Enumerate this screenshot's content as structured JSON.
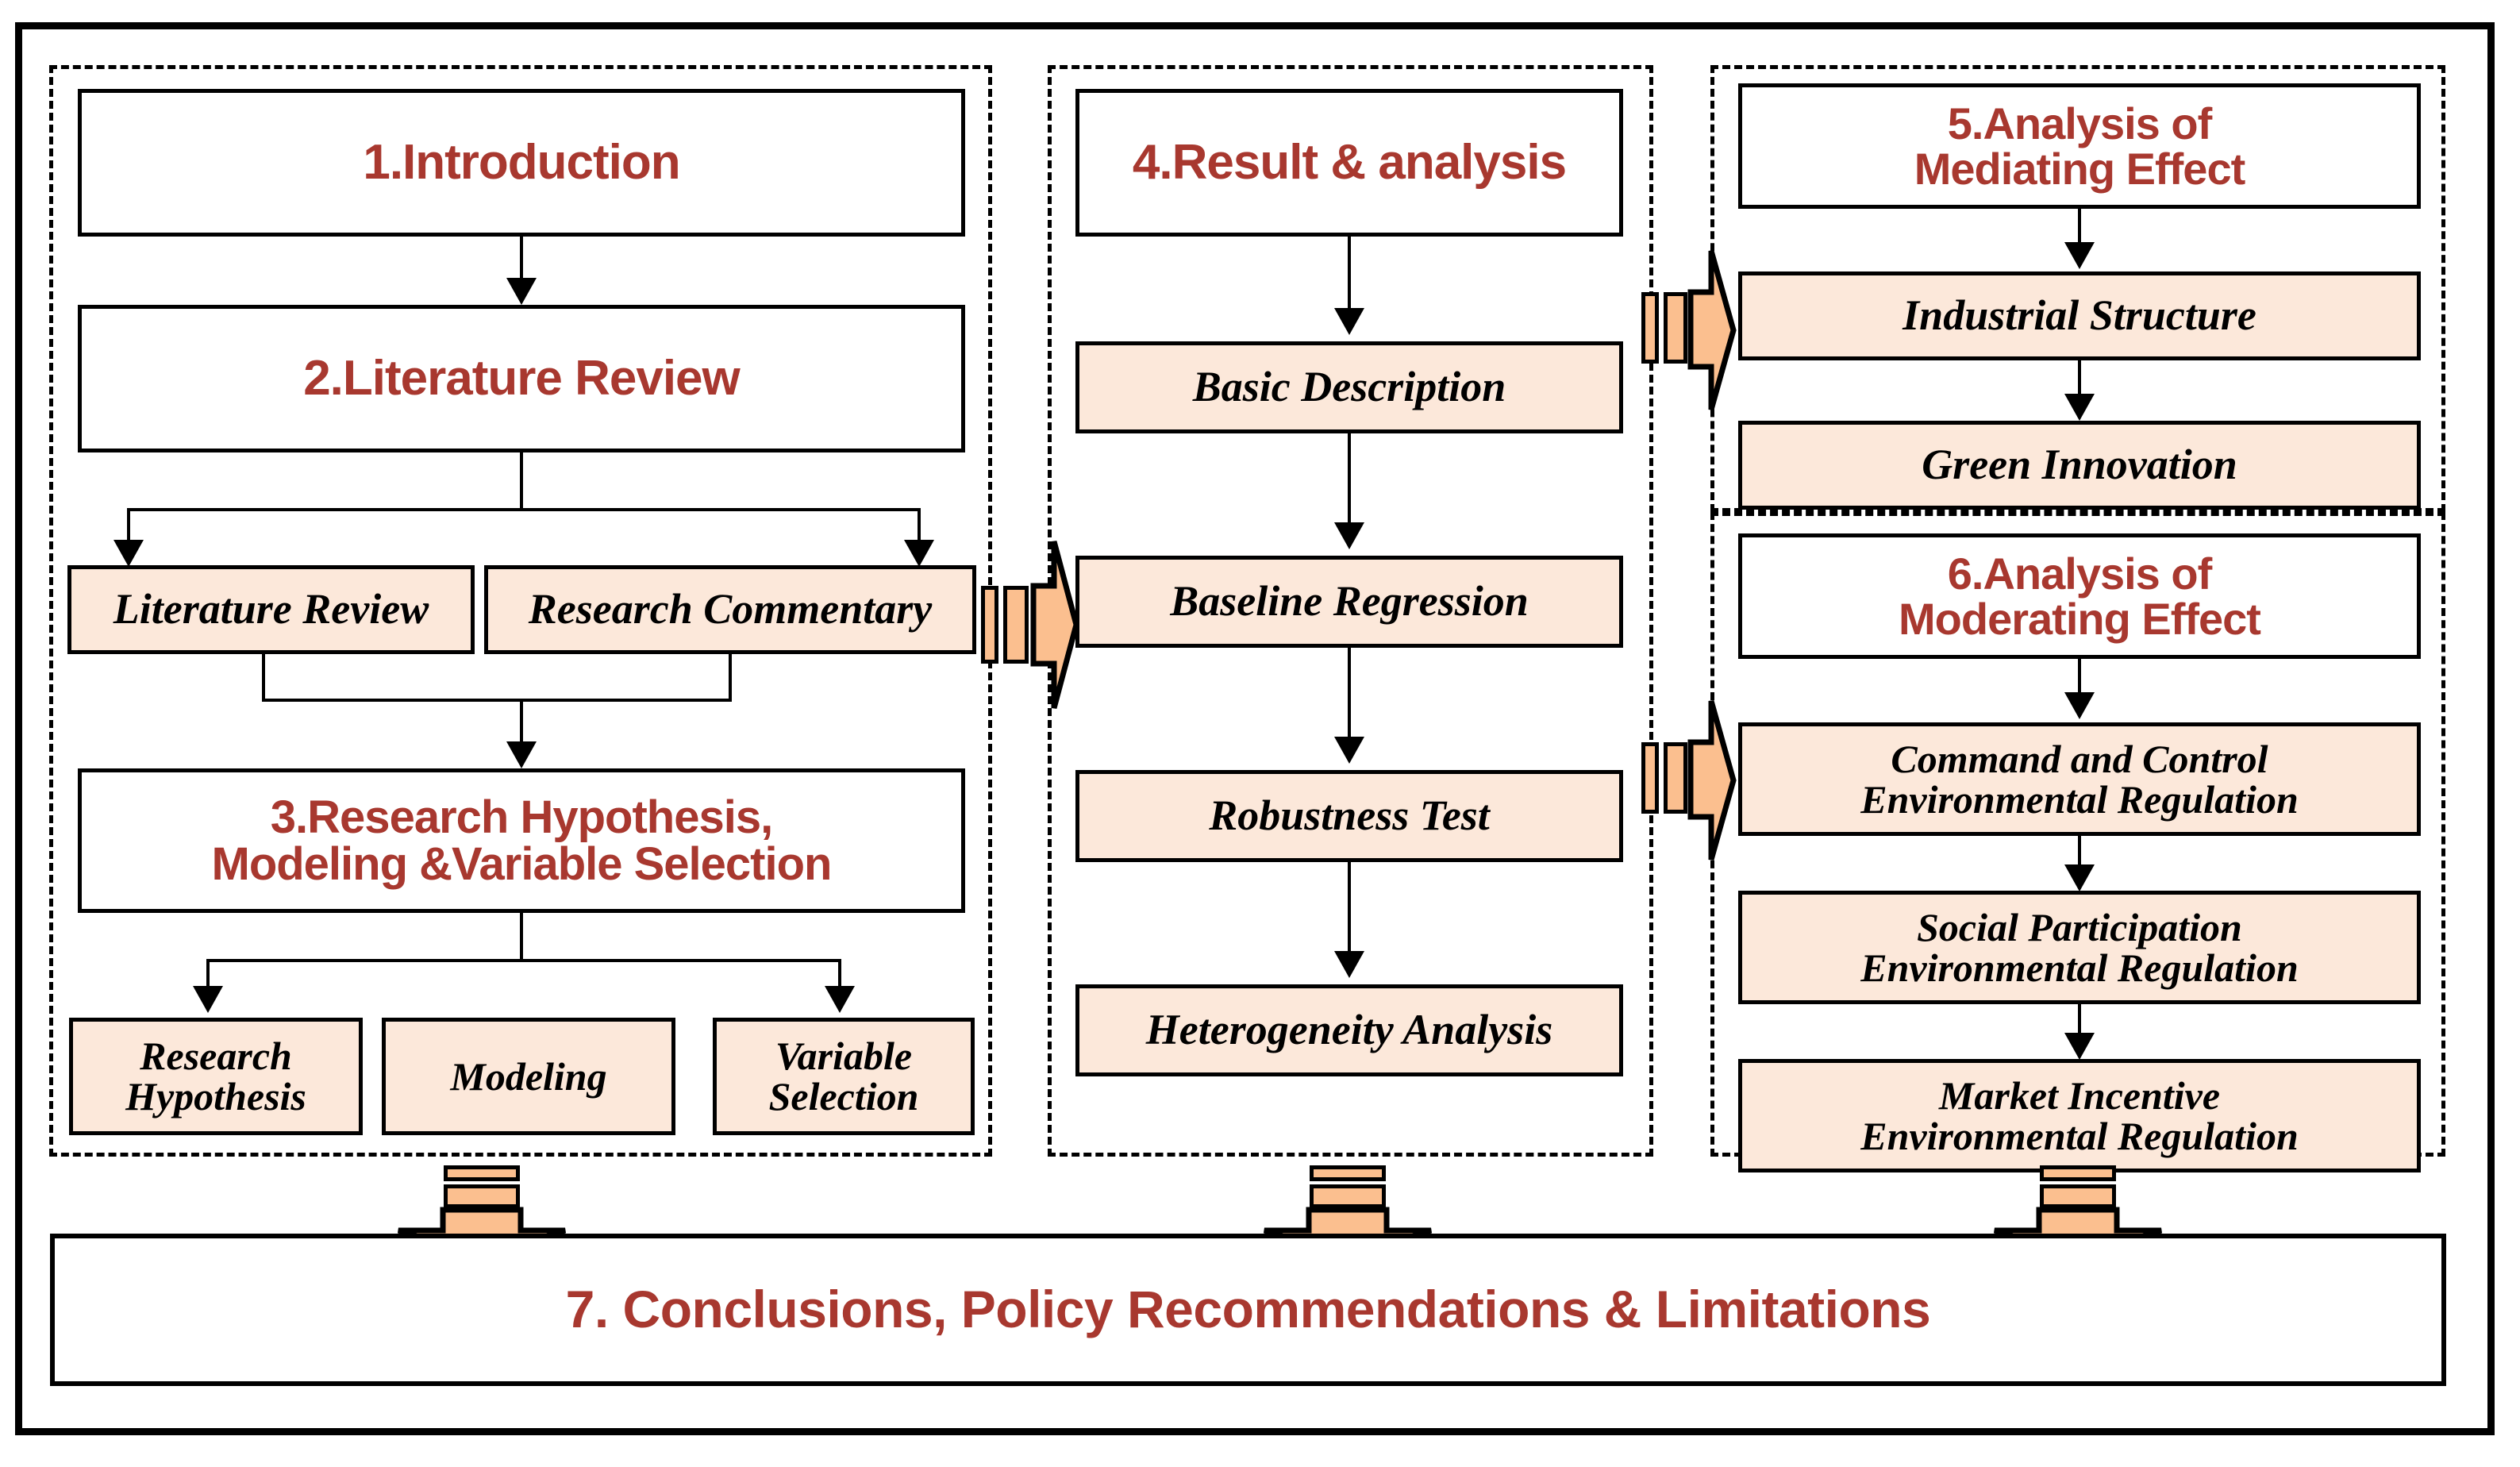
{
  "diagram": {
    "title": "Research Framework Flowchart",
    "colors": {
      "accent_red": "#a8382f",
      "box_fill": "#fce8da",
      "arrow_fill": "#fbbf8f",
      "line": "#000000",
      "background": "#ffffff"
    },
    "columns": [
      {
        "id": "column-left",
        "nodes": [
          {
            "id": "n1",
            "label": "1.Introduction",
            "kind": "section-head"
          },
          {
            "id": "n2",
            "label": "2.Literature Review",
            "kind": "section-head"
          },
          {
            "id": "n2a",
            "label": "Literature Review",
            "kind": "leaf"
          },
          {
            "id": "n2b",
            "label": "Research Commentary",
            "kind": "leaf"
          },
          {
            "id": "n3",
            "label": "3.Research Hypothesis,",
            "label2": "Modeling &Variable Selection",
            "kind": "section-head"
          },
          {
            "id": "n3a",
            "label": "Research",
            "label2": "Hypothesis",
            "kind": "leaf"
          },
          {
            "id": "n3b",
            "label": "Modeling",
            "kind": "leaf"
          },
          {
            "id": "n3c",
            "label": "Variable",
            "label2": "Selection",
            "kind": "leaf"
          }
        ]
      },
      {
        "id": "column-middle",
        "nodes": [
          {
            "id": "n4",
            "label": "4.Result & analysis",
            "kind": "section-head"
          },
          {
            "id": "n4a",
            "label": "Basic Description",
            "kind": "leaf"
          },
          {
            "id": "n4b",
            "label": "Baseline Regression",
            "kind": "leaf"
          },
          {
            "id": "n4c",
            "label": "Robustness Test",
            "kind": "leaf"
          },
          {
            "id": "n4d",
            "label": "Heterogeneity Analysis",
            "kind": "leaf"
          }
        ]
      },
      {
        "id": "column-right-top",
        "nodes": [
          {
            "id": "n5",
            "label": "5.Analysis of",
            "label2": "Mediating Effect",
            "kind": "section-head"
          },
          {
            "id": "n5a",
            "label": "Industrial Structure",
            "kind": "leaf"
          },
          {
            "id": "n5b",
            "label": "Green Innovation",
            "kind": "leaf"
          }
        ]
      },
      {
        "id": "column-right-bottom",
        "nodes": [
          {
            "id": "n6",
            "label": "6.Analysis of",
            "label2": "Moderating Effect",
            "kind": "section-head"
          },
          {
            "id": "n6a",
            "label": "Command and Control",
            "label2": "Environmental Regulation",
            "kind": "leaf"
          },
          {
            "id": "n6b",
            "label": "Social Participation",
            "label2": "Environmental Regulation",
            "kind": "leaf"
          },
          {
            "id": "n6c",
            "label": "Market Incentive",
            "label2": "Environmental Regulation",
            "kind": "leaf"
          }
        ]
      }
    ],
    "conclusion": {
      "id": "n7",
      "label": "7. Conclusions, Policy Recommendations  & Limitations"
    },
    "connectors": {
      "block_arrows_right": [
        {
          "id": "arrow-left-to-middle",
          "from": "n2b",
          "to": "n4b"
        },
        {
          "id": "arrow-middle-to-mediating",
          "from": "n4a",
          "to": "n5a"
        },
        {
          "id": "arrow-middle-to-moderating",
          "from": "n4c",
          "to": "n6a"
        }
      ],
      "block_arrows_down": [
        {
          "id": "arrow-left-to-conclusion",
          "from": "column-left",
          "to": "n7"
        },
        {
          "id": "arrow-middle-to-conclusion",
          "from": "column-middle",
          "to": "n7"
        },
        {
          "id": "arrow-right-to-conclusion",
          "from": "column-right-bottom",
          "to": "n7"
        }
      ]
    }
  }
}
